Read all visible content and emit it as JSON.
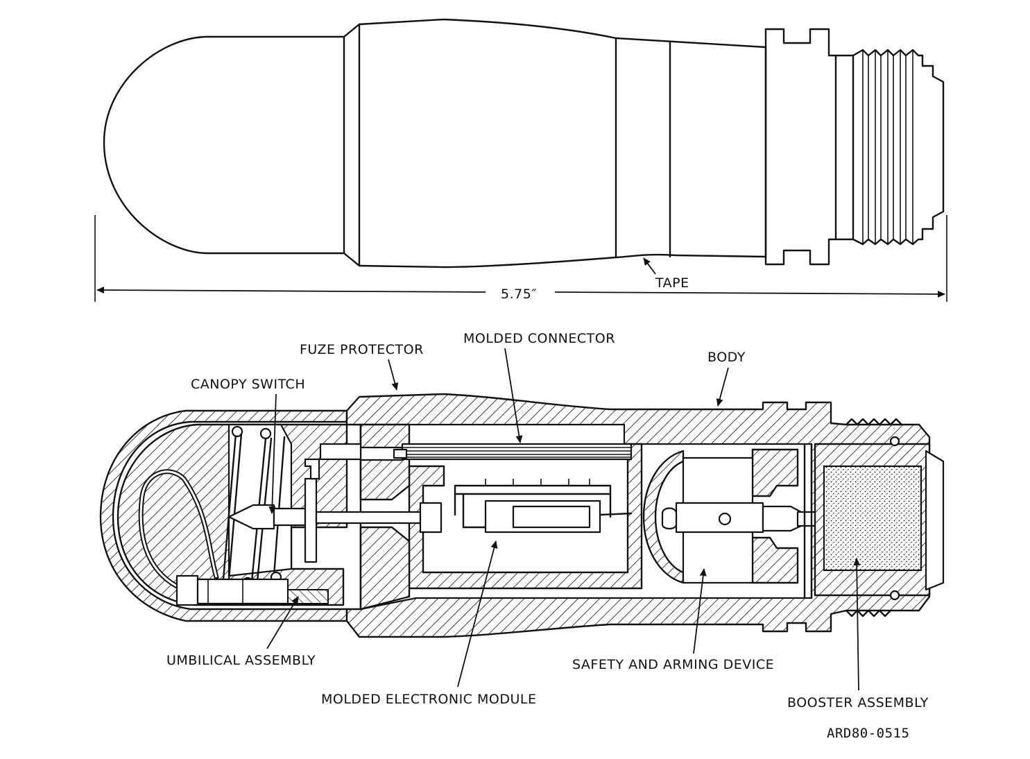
{
  "figure": {
    "code": "ARD80-0515"
  },
  "exterior_view": {
    "dimension_label": "5.75″",
    "tape_label": "TAPE"
  },
  "cutaway_view": {
    "labels": {
      "fuze_protector": "FUZE PROTECTOR",
      "molded_connector": "MOLDED CONNECTOR",
      "body": "BODY",
      "canopy_switch": "CANOPY SWITCH",
      "umbilical_assembly": "UMBILICAL ASSEMBLY",
      "molded_electronic_module": "MOLDED ELECTRONIC MODULE",
      "safety_and_arming_device": "SAFETY AND ARMING DEVICE",
      "booster_assembly": "BOOSTER ASSEMBLY"
    }
  }
}
